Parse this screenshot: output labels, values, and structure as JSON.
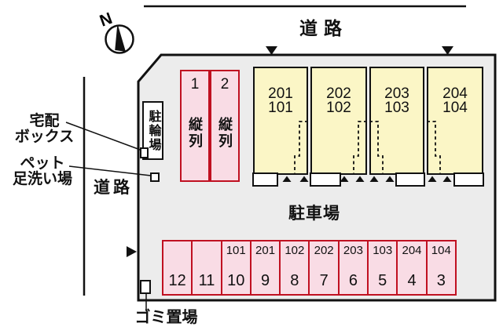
{
  "plan": {
    "compass_label": "N",
    "road_top": "道路",
    "road_left": "道路",
    "bicycle_parking": "駐輪場",
    "delivery_box_line1": "宅配",
    "delivery_box_line2": "ボックス",
    "pet_wash_line1": "ペット",
    "pet_wash_line2": "足洗い場",
    "garbage_area": "ゴミ置場",
    "parking_lot": "駐車場",
    "tandem_spaces": [
      {
        "number": "1",
        "type": "縦列"
      },
      {
        "number": "2",
        "type": "縦列"
      }
    ],
    "building_units": [
      {
        "upper": "201",
        "lower": "101"
      },
      {
        "upper": "202",
        "lower": "102"
      },
      {
        "upper": "203",
        "lower": "103"
      },
      {
        "upper": "204",
        "lower": "104"
      }
    ],
    "parking_spaces": [
      {
        "unit": "",
        "space": "12"
      },
      {
        "unit": "",
        "space": "11"
      },
      {
        "unit": "101",
        "space": "10"
      },
      {
        "unit": "201",
        "space": "9"
      },
      {
        "unit": "102",
        "space": "8"
      },
      {
        "unit": "202",
        "space": "7"
      },
      {
        "unit": "203",
        "space": "6"
      },
      {
        "unit": "103",
        "space": "5"
      },
      {
        "unit": "204",
        "space": "4"
      },
      {
        "unit": "104",
        "space": "3"
      }
    ],
    "colors": {
      "site_fill": "#ececec",
      "building_fill": "#fbf6c6",
      "parking_fill": "#f9dce5",
      "parking_border": "#c01021",
      "line": "#111111"
    }
  }
}
